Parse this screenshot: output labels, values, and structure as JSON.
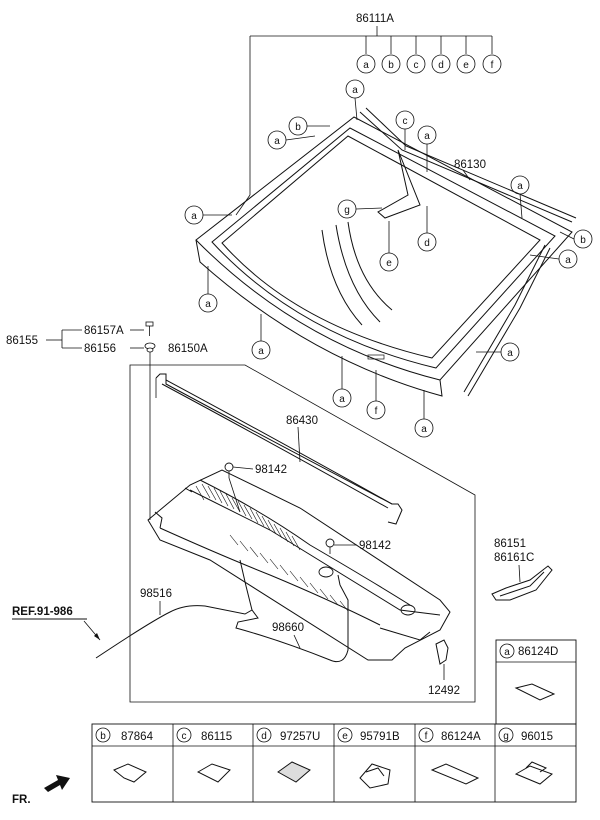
{
  "diagram": {
    "assembly_label": "86111A",
    "assembly_callouts": [
      "a",
      "b",
      "c",
      "d",
      "e",
      "f"
    ],
    "molding_label": "86130",
    "cowl_assembly_label": "86150A",
    "cowl_seal_label": "86430",
    "clip_label_1": "98142",
    "clip_label_2": "98142",
    "parent_group_label": "86155",
    "bolt_label": "86157A",
    "nut_label": "86156",
    "hose_label_1": "98516",
    "hose_label_2": "98660",
    "grommet_label": "12492",
    "cover_label_1": "86151",
    "cover_label_2": "86161C",
    "ref_label": "REF.91-986",
    "front_label": "FR.",
    "legend": [
      {
        "letter": "a",
        "part": "86124D"
      },
      {
        "letter": "b",
        "part": "87864"
      },
      {
        "letter": "c",
        "part": "86115"
      },
      {
        "letter": "d",
        "part": "97257U"
      },
      {
        "letter": "e",
        "part": "95791B"
      },
      {
        "letter": "f",
        "part": "86124A"
      },
      {
        "letter": "g",
        "part": "96015"
      }
    ]
  }
}
